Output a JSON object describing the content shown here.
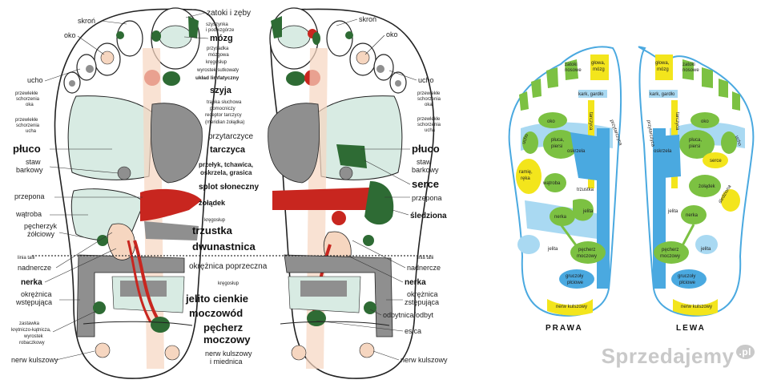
{
  "left_labels": {
    "skron": "skroń",
    "zatoki_zeby": "zatoki i zęby",
    "szyszynka": "szyszynka",
    "podwzgorze": "i podwzgórze",
    "oko": "oko",
    "mozg": "mózg",
    "przysadka": "przysadka",
    "mozgowa": "mózgowa",
    "kregoslup_top": "kręgosłup",
    "wyrostek_sutkowaty": "wyrostek sutkowaty",
    "uklad_limfatyczny": "układ limfatyczny",
    "ucho": "ucho",
    "szyja": "szyja",
    "przewlekle1a": "przewlekłe",
    "przewlekle1b": "schorzenia",
    "przewlekle1c": "oka",
    "trabka": "trąbka słuchowa",
    "pomocniczy": "pomocniczy",
    "receptor": "receptor tarczycy",
    "meridian": "(meridian żołądka)",
    "przewlekle2a": "przewlekłe",
    "przewlekle2b": "schorzenia",
    "przewlekle2c": "ucha",
    "przytarczyce": "przytarczyce",
    "pluco": "płuco",
    "tarczyca": "tarczyca",
    "staw_a": "staw",
    "staw_b": "barkowy",
    "przelyk_a": "przełyk, tchawica,",
    "przelyk_b": "oskrzela, grasica",
    "splot": "splot słoneczny",
    "przepona": "przepona",
    "zoladek": "żołądek",
    "watroba": "wątroba",
    "kregoslup_mid": "kręgosłup",
    "pecherzyk_a": "pęcherzyk",
    "pecherzyk_b": "żółciowy",
    "trzustka": "trzustka",
    "dwunastnica": "dwunastnica",
    "linia_talii": "linia talii",
    "nadnercze": "nadnercze",
    "okreznica_poprz": "okrężnica poprzeczna",
    "nerka": "nerka",
    "kregoslup_low": "kręgosłup",
    "okreznica_wst_a": "okrężnica",
    "okreznica_wst_b": "wstępująca",
    "jelito": "jelito cienkie",
    "moczowod": "moczowód",
    "zastawka_a": "zastawka",
    "zastawka_b": "krętniczo-kątnicza,",
    "zastawka_c": "wyrostek",
    "zastawka_d": "robaczkowy",
    "pecherz_a": "pęcherz",
    "pecherz_b": "moczowy",
    "nerw_kulszowy": "nerw kulszowy",
    "nerw_miednica_a": "nerw kulszowy",
    "nerw_miednica_b": "i miednica"
  },
  "right_labels": {
    "skron": "skroń",
    "oko": "oko",
    "ucho": "ucho",
    "przewlekle1a": "przewlekłe",
    "przewlekle1b": "schorzenia",
    "przewlekle1c": "oka",
    "przewlekle2a": "przewlekłe",
    "przewlekle2b": "schorzenia",
    "przewlekle2c": "ucha",
    "pluco": "płuco",
    "staw_a": "staw",
    "staw_b": "barkowy",
    "serce": "serce",
    "przepona": "przepona",
    "sledziona": "śledziona",
    "linia_talii": "linia talii",
    "nadnercze": "nadnercze",
    "nerka": "nerka",
    "okreznica_zst_a": "okrężnica",
    "okreznica_zst_b": "zstępująca",
    "odbytnica": "odbytnica/odbyt",
    "esica": "esica",
    "nerw_kulszowy": "nerw kulszowy"
  },
  "color_map": {
    "prawa_title": "PRAWA",
    "lewa_title": "LEWA",
    "r_zatoki": "zatoki",
    "r_nosowe": "nosowe",
    "r_glowa": "głowa,",
    "r_mozg": "mózg",
    "r_kark": "kark, gardło",
    "r_tarczyca": "tarczyca",
    "r_przytarczyca": "przytarczyca",
    "r_oko": "oko",
    "r_ucho": "ucho",
    "r_pluca_a": "płuca,",
    "r_pluca_b": "piersi",
    "r_oskrzela": "oskrzela",
    "r_ramie_a": "ramię,",
    "r_ramie_b": "ręka",
    "r_watroba": "wątroba",
    "r_trzustka": "trzustka",
    "r_nerka": "nerka",
    "r_jelita_a": "jelita",
    "r_jelita_b": "jelita",
    "r_pecherz_a": "pęcherz",
    "r_pecherz_b": "moczowy",
    "r_gruczoly_a": "gruczoły",
    "r_gruczoly_b": "płciowe",
    "r_nerw": "nerw kulszowy",
    "l_zatoki": "zatoki",
    "l_nosowe": "nosowe",
    "l_glowa": "głowa,",
    "l_mozg": "mózg",
    "l_kark": "kark, gardło",
    "l_tarczyca": "tarczyca",
    "l_przytarczyca": "przytarczyca",
    "l_oko": "oko",
    "l_ucho": "ucho",
    "l_pluca_a": "płuca,",
    "l_pluca_b": "piersi",
    "l_oskrzela": "oskrzela",
    "l_serce": "serce",
    "l_zoladek": "żołądek",
    "l_sledziona": "śledziona",
    "l_nerka": "nerka",
    "l_jelita_a": "jelita",
    "l_jelita_b": "jelita",
    "l_pecherz_a": "pęcherz",
    "l_pecherz_b": "moczowy",
    "l_gruczoly_a": "gruczoły",
    "l_gruczoly_b": "płciowe",
    "l_nerw": "nerw kulszowy"
  },
  "watermark": {
    "text": "Sprzedajemy",
    "suffix": ".pl"
  },
  "colors": {
    "red": "#c8261f",
    "dark_green": "#2e6b34",
    "light_green_fill": "#d8ebe3",
    "gray": "#8f8f8f",
    "peach": "#f6d6c0",
    "cm_blue": "#4aa9e0",
    "cm_light_blue": "#a9d9f2",
    "cm_green": "#7cc142",
    "cm_yellow": "#f3e51c"
  }
}
